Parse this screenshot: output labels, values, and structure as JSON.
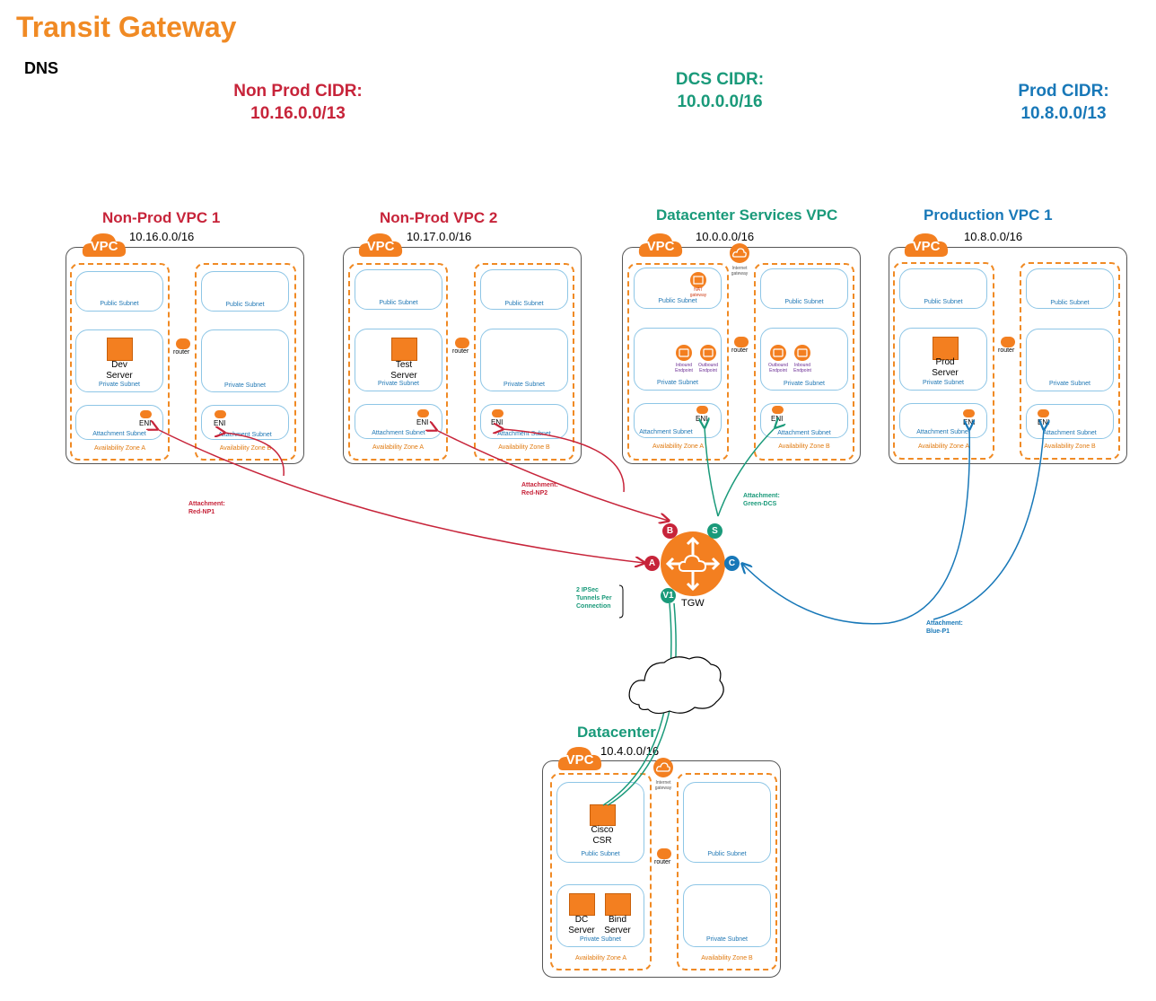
{
  "title": "Transit Gateway",
  "subtitle": "DNS",
  "cidrs": {
    "nonprod": {
      "label": "Non Prod CIDR:",
      "value": "10.16.0.0/13",
      "color": "#C7243A"
    },
    "dcs": {
      "label": "DCS CIDR:",
      "value": "10.0.0.0/16",
      "color": "#1A9A7A"
    },
    "prod": {
      "label": "Prod CIDR:",
      "value": "10.8.0.0/13",
      "color": "#1878B8"
    }
  },
  "vpc_badge": "VPC",
  "vpcs": {
    "np1": {
      "name": "Non-Prod VPC 1",
      "cidr": "10.16.0.0/16",
      "server": "Dev\nServer"
    },
    "np2": {
      "name": "Non-Prod VPC 2",
      "cidr": "10.17.0.0/16",
      "server": "Test\nServer"
    },
    "dcs": {
      "name": "Datacenter Services VPC",
      "cidr": "10.0.0.0/16"
    },
    "prod": {
      "name": "Production VPC 1",
      "cidr": "10.8.0.0/16",
      "server": "Prod\nServer"
    },
    "dc": {
      "name": "Datacenter",
      "cidr": "10.4.0.0/16",
      "csr": "Cisco\nCSR",
      "dc_server": "DC\nServer",
      "bind_server": "Bind\nServer"
    }
  },
  "labels": {
    "public_subnet": "Public Subnet",
    "private_subnet": "Private Subnet",
    "attachment_subnet": "Attachment Subnet",
    "az_a": "Availability Zone A",
    "az_b": "Availability Zone B",
    "eni": "ENI",
    "router": "router",
    "nat_gateway": "NAT gateway",
    "internet_gateway": "Internet gateway",
    "inbound_endpoint": "Inbound Endpoint",
    "outbound_endpoint": "Outbound Endpoint"
  },
  "tgw": {
    "label": "TGW",
    "ports": {
      "a": "A",
      "b": "B",
      "s": "S",
      "c": "C",
      "v1": "V1"
    }
  },
  "attachments": {
    "red_np1": {
      "line1": "Attachment:",
      "line2": "Red-NP1"
    },
    "red_np2": {
      "line1": "Attachment:",
      "line2": "Red-NP2"
    },
    "green_dcs": {
      "line1": "Attachment:",
      "line2": "Green-DCS"
    },
    "blue_p1": {
      "line1": "Attachment:",
      "line2": "Blue-P1"
    }
  },
  "ipsec_note": {
    "line1": "2 IPSec",
    "line2": "Tunnels Per",
    "line3": "Connection"
  },
  "colors": {
    "orange": "#F08A24",
    "red": "#C7243A",
    "green": "#1A9A7A",
    "blue": "#1878B8"
  }
}
